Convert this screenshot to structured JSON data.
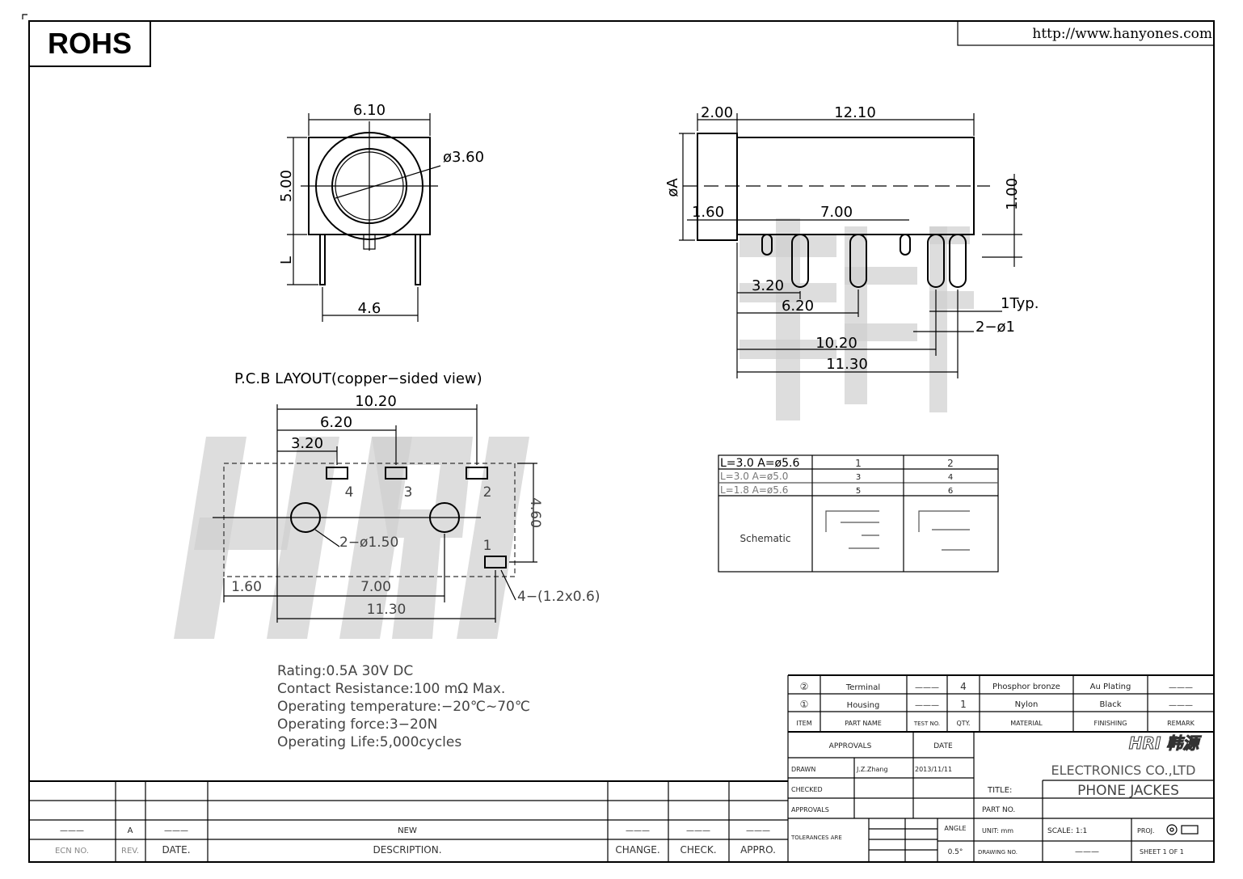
{
  "header": {
    "rohs_label": "ROHS",
    "url": "http://www.hanyones.com"
  },
  "watermark": {
    "latin": "HRI",
    "chinese": "韩源"
  },
  "front_view": {
    "width_dim": "6.10",
    "diameter_dim": "ø3.60",
    "height_dim": "5.00",
    "pin_length_dim": "L",
    "pin_pitch_dim": "4.6"
  },
  "side_view": {
    "flange_dim": "2.00",
    "body_dim": "12.10",
    "diameter_label": "øA",
    "d160": "1.60",
    "d700": "7.00",
    "d100": "1.00",
    "d320": "3.20",
    "d620": "6.20",
    "typ": "1Typ.",
    "holes": "2−ø1",
    "d1020": "10.20",
    "d1130": "11.30"
  },
  "pcb": {
    "title": "P.C.B  LAYOUT(copper−sided  view)",
    "d1020": "10.20",
    "d620": "6.20",
    "d320": "3.20",
    "pads": [
      "4",
      "3",
      "2",
      "1"
    ],
    "holes": "2−ø1.50",
    "d460": "4.60",
    "d160": "1.60",
    "d700": "7.00",
    "d1130": "11.30",
    "pad_size": "4−(1.2x0.6)"
  },
  "variants": {
    "rows": [
      [
        "L=3.0  A=ø5.6",
        "1",
        "2"
      ],
      [
        "L=3.0  A=ø5.0",
        "3",
        "4"
      ],
      [
        "L=1.8  A=ø5.6",
        "5",
        "6"
      ]
    ],
    "schematic_label": "Schematic"
  },
  "specs": [
    "Rating:0.5A  30V  DC",
    "Contact  Resistance:100  mΩ  Max.",
    "Operating  temperature:−20℃~70℃",
    "Operating  force:3−20N",
    "Operating  Life:5,000cycles"
  ],
  "bom": {
    "rows": [
      [
        "②",
        "Terminal",
        "———",
        "4",
        "Phosphor bronze",
        "Au Plating",
        "———"
      ],
      [
        "①",
        "Housing",
        "———",
        "1",
        "Nylon",
        "Black",
        "———"
      ]
    ],
    "headers": [
      "ITEM",
      "PART NAME",
      "TEST NO.",
      "QTY.",
      "MATERIAL",
      "FINISHING",
      "REMARK"
    ]
  },
  "title_block": {
    "approvals_header": "APPROVALS",
    "date_header": "DATE",
    "drawn_label": "DRAWN",
    "drawn_by": "J.Z.Zhang",
    "drawn_date": "2013/11/11",
    "checked_label": "CHECKED",
    "approvals_label": "APPROVALS",
    "company": "ELECTRONICS  CO.,LTD",
    "company_logo": "HRI 韩源",
    "title_label": "TITLE:",
    "title": "PHONE  JACKES",
    "part_no_label": "PART NO.",
    "tolerances_label": "TOLERANCES ARE",
    "angle_label": "ANGLE",
    "angle_value": "0.5°",
    "unit_label": "UNIT:  mm",
    "scale_label": "SCALE:   1:1",
    "proj_label": "PROJ.",
    "drawing_no_label": "DRAWING NO.",
    "drawing_no": "———",
    "sheet_label": "SHEET  1  OF  1"
  },
  "revision_block": {
    "row": [
      "———",
      "A",
      "———",
      "NEW",
      "———",
      "———",
      "———"
    ],
    "headers": [
      "ECN NO.",
      "REV.",
      "DATE.",
      "DESCRIPTION.",
      "CHANGE.",
      "CHECK.",
      "APPRO."
    ]
  }
}
